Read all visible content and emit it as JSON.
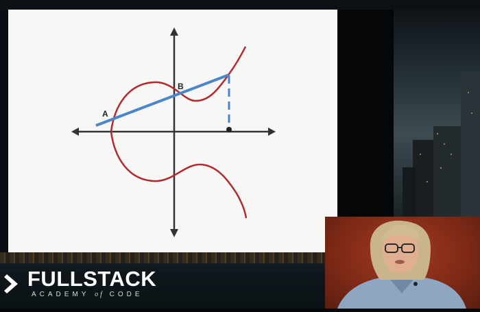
{
  "slide": {
    "point_a_label": "A",
    "point_b_label": "B",
    "curve_color": "#b3282d",
    "line_color": "#4a86c8",
    "axis_color": "#333333"
  },
  "logo": {
    "main": "FULLSTACK",
    "sub_before": "ACADEMY ",
    "sub_of": "of",
    "sub_after": " CODE"
  },
  "webcam": {
    "description_icon": "speaker-video-icon"
  }
}
